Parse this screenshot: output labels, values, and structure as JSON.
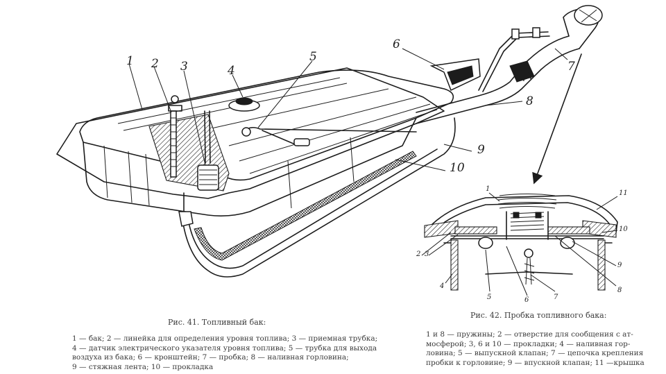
{
  "figure41": {
    "labels": [
      "1",
      "2",
      "3",
      "4",
      "5",
      "6",
      "7",
      "8",
      "9",
      "10"
    ],
    "caption": "Рис. 41. Топливный бак:",
    "legend_lines": [
      "1 — бак; 2 — линейка для определения уровня топлива; 3 — приемная трубка;",
      "4 — датчик электрического указателя уровня топлива; 5 — трубка для выхода",
      "воздуха из бака; 6 — кронштейн; 7 — пробка; 8 — наливная горловина;",
      "9 — стяжная лента; 10 — прокладка"
    ]
  },
  "figure42": {
    "labels": [
      "1",
      "11",
      "10",
      "2",
      "3",
      "9",
      "4",
      "5",
      "6",
      "7",
      "8"
    ],
    "caption": "Рис. 42. Пробка топливного бака:",
    "legend_lines": [
      "1 и 8 — пружины; 2 — отверстие для сообщения с ат-",
      "мосферой; 3, 6 и 10 — прокладки; 4 — наливная гор-",
      "ловина; 5 — выпускной клапан; 7 — цепочка крепления",
      "пробки к горловине; 9 — впускной клапан; 11 —крышка"
    ]
  }
}
